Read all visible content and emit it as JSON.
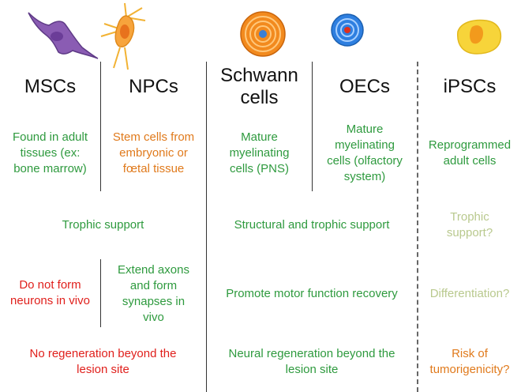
{
  "colors": {
    "green": "#2e9a3e",
    "orange": "#e07a1c",
    "red": "#e0201c",
    "pale_green": "#b9c98e",
    "orange_text": "#e07a1c"
  },
  "icons": {
    "msc": "msc-cell-icon",
    "npc": "npc-cell-icon",
    "schwann": "schwann-cell-icon",
    "oec": "oec-cell-icon",
    "ipsc": "ipsc-cell-icon"
  },
  "headers": {
    "msc": "MSCs",
    "npc": "NPCs",
    "schwann_l1": "Schwann",
    "schwann_l2": "cells",
    "oec": "OECs",
    "ipsc": "iPSCs"
  },
  "descriptions": {
    "msc": [
      "Found in adult",
      "tissues (ex:",
      "bone marrow)"
    ],
    "npc": [
      "Stem cells from",
      "embryonic or",
      "fœtal tissue"
    ],
    "schwann": [
      "Mature",
      "myelinating",
      "cells (PNS)"
    ],
    "oec": [
      "Mature",
      "myelinating",
      "cells (olfactory",
      "system)"
    ],
    "ipsc": [
      "Reprogrammed",
      "adult cells"
    ]
  },
  "support": {
    "left": "Trophic support",
    "middle": "Structural and trophic support",
    "right": [
      "Trophic",
      "support?"
    ]
  },
  "function": {
    "msc": [
      "Do not form",
      "neurons in vivo"
    ],
    "npc": [
      "Extend axons",
      "and form",
      "synapses in",
      "vivo"
    ],
    "middle": "Promote motor function recovery",
    "right": "Differentiation?"
  },
  "regeneration": {
    "left": [
      "No regeneration beyond the",
      "lesion site"
    ],
    "middle": [
      "Neural regeneration beyond the",
      "lesion site"
    ],
    "right": [
      "Risk of",
      "tumorigenicity?"
    ]
  }
}
